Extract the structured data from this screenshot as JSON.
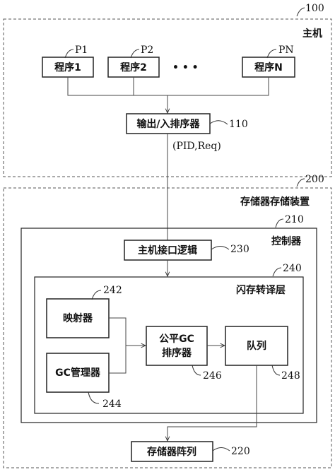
{
  "host": {
    "ref": "100",
    "title": "主机"
  },
  "programs": [
    {
      "ref": "P1",
      "label": "程序1"
    },
    {
      "ref": "P2",
      "label": "程序2"
    },
    {
      "ref": "PN",
      "label": "程序N"
    }
  ],
  "ellipsis": "• • •",
  "io_sorter": {
    "label": "输出/入排序器",
    "ref": "110"
  },
  "signal": "(PID,Req)",
  "storage": {
    "ref": "200",
    "title": "存储器存储装置"
  },
  "controller": {
    "ref": "210",
    "title": "控制器"
  },
  "host_interface": {
    "label": "主机接口逻辑",
    "ref": "230"
  },
  "ftl": {
    "ref": "240",
    "title": "闪存转译层"
  },
  "mapper": {
    "label": "映射器",
    "ref": "242"
  },
  "gc_manager": {
    "label": "GC管理器",
    "ref": "244"
  },
  "fair_gc": {
    "line1": "公平GC",
    "line2": "排序器",
    "ref": "246"
  },
  "queue": {
    "label": "队列",
    "ref": "248"
  },
  "memory_array": {
    "label": "存储器阵列",
    "ref": "220"
  }
}
